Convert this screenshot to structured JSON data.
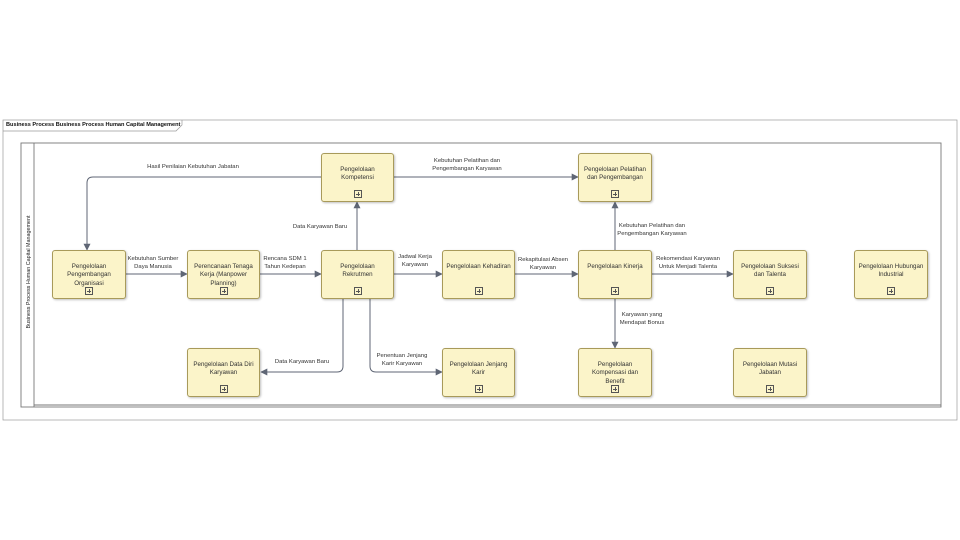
{
  "diagram": {
    "frame_title": "Business Process Business Process Human Capital Management",
    "pool_label": "Business Process Human Capital Management",
    "tasks": [
      {
        "id": "kompetensi",
        "label": "Pengelolaan Kompetensi"
      },
      {
        "id": "pelatihan",
        "label": "Pengelolaan Pelatihan dan Pengembangan"
      },
      {
        "id": "organisasi",
        "label": "Pengelolaan Pengembangan Organisasi"
      },
      {
        "id": "perencanaan",
        "label": "Perencanaan Tenaga Kerja (Manpower Planning)"
      },
      {
        "id": "rekrutmen",
        "label": "Pengelolaan Rekrutmen"
      },
      {
        "id": "kehadiran",
        "label": "Pengelolaan Kehadiran"
      },
      {
        "id": "kinerja",
        "label": "Pengelolaan Kinerja"
      },
      {
        "id": "suksesi",
        "label": "Pengelolaan Suksesi dan Talenta"
      },
      {
        "id": "hubungan",
        "label": "Pengelolaan Hubungan Industrial"
      },
      {
        "id": "datadiri",
        "label": "Pengelolaan Data Diri Karyawan"
      },
      {
        "id": "jenjang",
        "label": "Pengelolaan Jenjang Karir"
      },
      {
        "id": "kompensasi",
        "label": "Pengelolaan Kompensasi dan Benefit"
      },
      {
        "id": "mutasi",
        "label": "Pengelolaan Mutasi Jabatan"
      }
    ],
    "flows": [
      {
        "id": "f1",
        "label": "Hasil Penilaian Kebutuhan Jabatan"
      },
      {
        "id": "f2",
        "label": "Kebutuhan Pelatihan dan Pengembangan Karyawan"
      },
      {
        "id": "f3",
        "label": "Kebutuhan Sumber Daya Manusia"
      },
      {
        "id": "f4",
        "label": "Rencana SDM 1 Tahun Kedepan"
      },
      {
        "id": "f5",
        "label": "Data Karyawan Baru"
      },
      {
        "id": "f6",
        "label": "Jadwal Kerja Karyawan"
      },
      {
        "id": "f7",
        "label": "Rekapitulasi Absen Karyawan"
      },
      {
        "id": "f8",
        "label": "Kebutuhan Pelatihan dan Pengembangan Karyawan"
      },
      {
        "id": "f9",
        "label": "Rekomendasi Karyawan Untuk Menjadi Talenta"
      },
      {
        "id": "f10",
        "label": "Data Karyawan Baru"
      },
      {
        "id": "f11",
        "label": "Penentuan Jenjang Karir Karyawan"
      },
      {
        "id": "f12",
        "label": "Karyawan yang Mendapat Bonus"
      }
    ]
  }
}
